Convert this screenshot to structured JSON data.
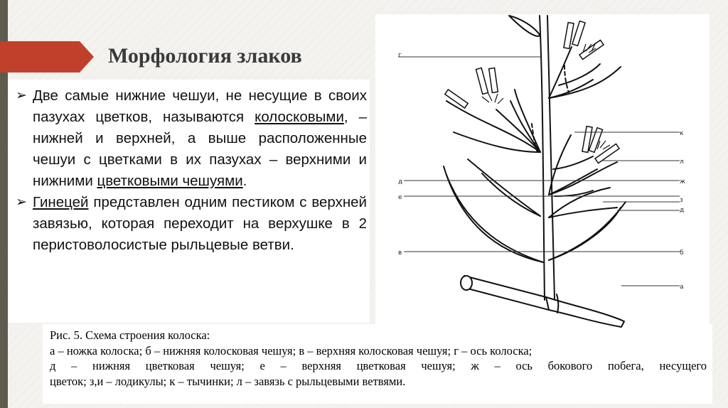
{
  "title": "Морфология злаков",
  "bullets": [
    {
      "parts": [
        "Две самые нижние чешуи, не несущие в своих пазухах цветков, называются ",
        "колосковыми",
        ", – нижней и верхней, а выше расположенные чешуи с цветками в их пазухах – верхними и нижними ",
        "цветковыми чешуями",
        "."
      ]
    },
    {
      "parts": [
        "Гинецей",
        " представлен одним пестиком с верхней завязью, которая переходит на верхушке в 2 перистоволосистые рыльцевые ветви."
      ]
    }
  ],
  "caption": {
    "line1": "Рис. 5. Схема строения колоска:",
    "line2": "а – ножка колоска; б – нижняя колосковая чешуя; в – верхняя колосковая чешуя; г – ось колоска;",
    "line3": "д – нижняя цветковая чешуя; е – верхняя цветковая чешуя; ж – ось бокового побега, несущего",
    "line4": "цветок; з,и – лодикулы; к – тычинки; л – завязь с рыльцевыми ветвями."
  },
  "diagram_labels": {
    "g": "г",
    "d_left": "д",
    "e": "е",
    "v": "в",
    "k": "к",
    "l": "л",
    "zh": "ж",
    "z": "з",
    "d_right": "д",
    "b": "б",
    "a": "а"
  },
  "colors": {
    "title_arrow": "#c1402b",
    "left_bar": "#5f5a4e",
    "title_text": "#3a3a3a"
  }
}
